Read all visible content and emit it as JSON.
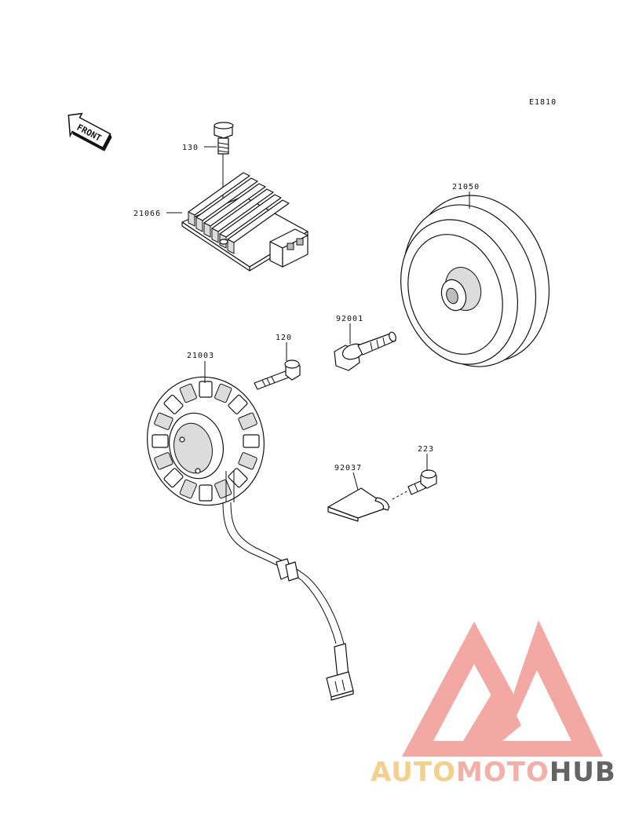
{
  "diagram_code": "E1810",
  "front_label": "FRONT",
  "parts": [
    {
      "id": "regulator",
      "number": "21066"
    },
    {
      "id": "bolt-top",
      "number": "130"
    },
    {
      "id": "rotor",
      "number": "21050"
    },
    {
      "id": "rotor-bolt",
      "number": "92001"
    },
    {
      "id": "stator-bolt",
      "number": "120"
    },
    {
      "id": "stator",
      "number": "21003"
    },
    {
      "id": "clamp",
      "number": "92037"
    },
    {
      "id": "clamp-screw",
      "number": "223"
    }
  ],
  "watermark": {
    "auto": "AUTO",
    "moto": "MOTO",
    "hub": "HUB",
    "colors": {
      "auto": "#f2c879",
      "moto": "#f2a39b",
      "hub": "#4a4a4a",
      "logo": "#f29a95"
    }
  }
}
